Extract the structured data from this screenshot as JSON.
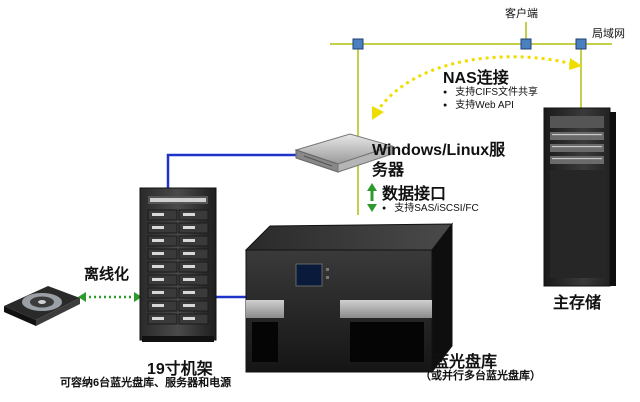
{
  "client_label": "客户端",
  "lan_label": "局域网",
  "nas": {
    "title": "NAS连接",
    "bullets": [
      "支持CIFS文件共享",
      "支持Web API"
    ]
  },
  "server": {
    "title_line1": "Windows/Linux服",
    "title_line2": "务器"
  },
  "data_interface": {
    "title": "数据接口",
    "bullet": "支持SAS/iSCSI/FC"
  },
  "offline_label": "离线化",
  "rack": {
    "title": "19寸机架",
    "subtitle": "可容纳6台蓝光盘库、服务器和电源"
  },
  "library": {
    "title": "蓝光盘库",
    "subtitle": "（或并行多台蓝光盘库）"
  },
  "main_storage_label": "主存储",
  "colors": {
    "network_line": "#c5d04a",
    "nas_arrow": "#f0dd00",
    "cable": "#1f33c9",
    "offline_arrow": "#2e9a2e",
    "interface_arrow": "#2e9a2e",
    "node": "#4a7fc0"
  }
}
